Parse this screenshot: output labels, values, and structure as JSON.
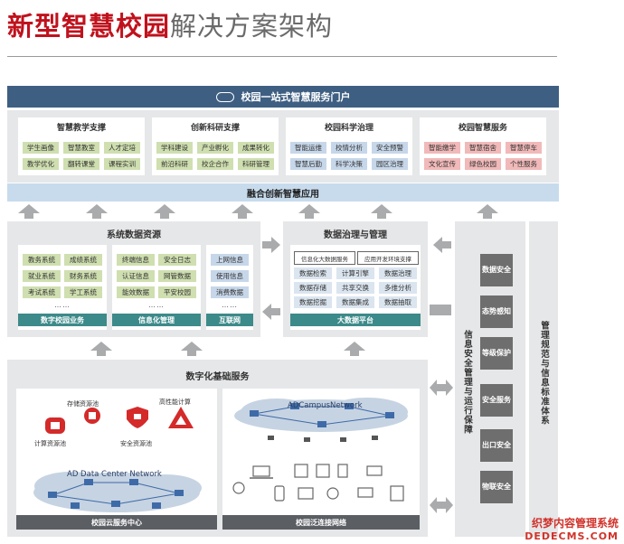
{
  "title": {
    "bold": "新型智慧校园",
    "rest": "解决方案架构"
  },
  "portal": {
    "label": "校园一站式智慧服务门户"
  },
  "app_groups": [
    {
      "title": "智慧教学支撑",
      "items": [
        "学生画像",
        "智慧教室",
        "人才定培",
        "教学优化",
        "翻转课堂",
        "课程实训"
      ],
      "color": "green"
    },
    {
      "title": "创新科研支撑",
      "items": [
        "学科建设",
        "产业孵化",
        "成果转化",
        "前沿科研",
        "校企合作",
        "科研管理"
      ],
      "color": "green"
    },
    {
      "title": "校园科学治理",
      "items": [
        "智能运维",
        "校情分析",
        "安全预警",
        "智慧后勤",
        "科学决策",
        "园区治理"
      ],
      "color": "blue"
    },
    {
      "title": "校园智慧服务",
      "items": [
        "智能缴学",
        "智慧宿舍",
        "智慧停车",
        "文化宣传",
        "绿色校园",
        "个性服务"
      ],
      "color": "pink"
    }
  ],
  "fusion": {
    "label": "融合创新智慧应用"
  },
  "system_data": {
    "title": "系统数据资源",
    "groups": [
      {
        "items": [
          "教务系统",
          "成绩系统",
          "就业系统",
          "财务系统",
          "考试系统",
          "学工系统"
        ],
        "footer": "数字校园业务"
      },
      {
        "items": [
          "终端信息",
          "安全日志",
          "认证信息",
          "网管数据",
          "能效数据",
          "平安校园"
        ],
        "footer": "信息化管理"
      },
      {
        "items": [
          "上网信息",
          "使用信息",
          "消费数据"
        ],
        "footer": "互联网"
      }
    ],
    "ellipsis": "……"
  },
  "governance": {
    "title": "数据治理与管理",
    "top_items": [
      "信息化大数据服务",
      "应用开发环境支撑"
    ],
    "items": [
      "数据检索",
      "计算引擎",
      "数据治理",
      "数据存储",
      "共享交换",
      "多维分析",
      "数据挖掘",
      "数据集成",
      "数据抽取"
    ],
    "footer": "大数据平台"
  },
  "infra": {
    "title": "数字化基础服务",
    "cloud": {
      "labels": [
        "存储资源池",
        "高性能计算",
        "计算资源池",
        "安全资源池"
      ],
      "network": "AD Data Center Network",
      "footer": "校园云服务中心"
    },
    "campus": {
      "network": "ADCampusNetwork",
      "footer": "校园泛连接网络"
    }
  },
  "security": {
    "label": "信息安全管理与运行保障",
    "items": [
      "数据安全",
      "态势感知",
      "等级保护",
      "安全服务",
      "出口安全",
      "物联安全"
    ]
  },
  "standards": {
    "label": "管理规范与信息标准体系"
  },
  "watermark": {
    "line1": "织梦内容管理系统",
    "line2": "DEDECMS.COM"
  }
}
